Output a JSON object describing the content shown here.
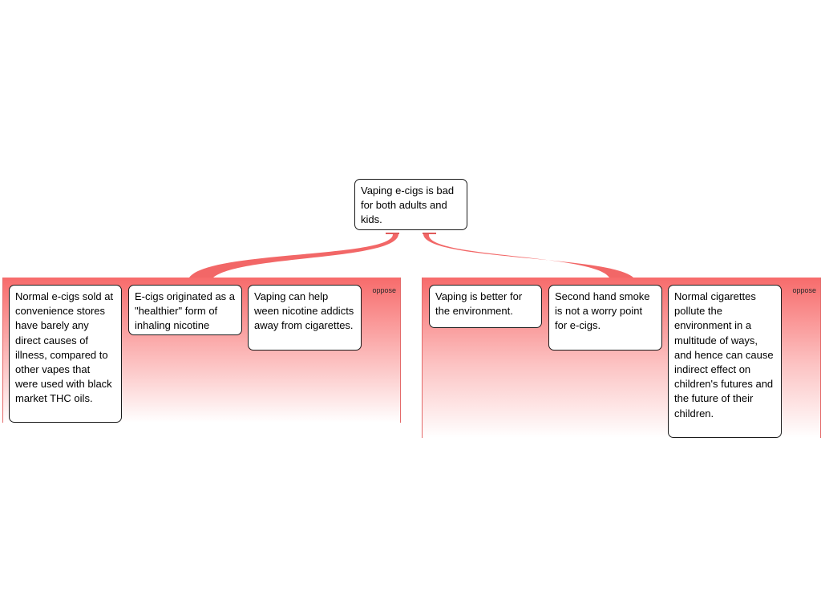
{
  "central": {
    "text": "Vaping e-cigs is bad for both adults and kids."
  },
  "groups": [
    {
      "label": "oppose",
      "items": [
        "Normal e-cigs sold at convenience stores have barely any direct causes of illness, compared to other vapes that were used with black market THC oils.",
        "E-cigs originated as a \"healthier\" form of inhaling nicotine",
        "Vaping can help ween nicotine addicts away from cigarettes."
      ]
    },
    {
      "label": "oppose",
      "items": [
        "Vaping is better for the environment.",
        "Second hand smoke is not a worry point for e-cigs.",
        "Normal cigarettes pollute the environment in a multitude of ways, and hence can cause indirect effect on children's futures and the future of their children."
      ]
    }
  ],
  "colors": {
    "connector": "#f26767",
    "group_top": "#f76b6b",
    "box_border": "#1a1a1a"
  }
}
